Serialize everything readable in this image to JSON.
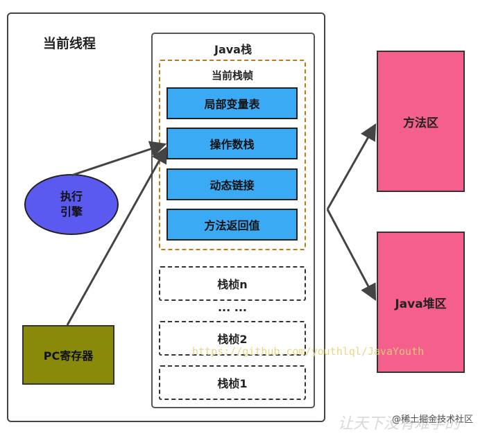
{
  "thread": {
    "title": "当前线程"
  },
  "java_stack": {
    "title": "Java栈",
    "current_frame": {
      "title": "当前栈帧",
      "items": [
        "局部变量表",
        "操作数栈",
        "动态链接",
        "方法返回值"
      ]
    },
    "other_frames": [
      "栈桢n",
      "栈桢2",
      "栈桢1"
    ],
    "ellipsis": "... ..."
  },
  "execution_engine": {
    "label": "执行\n引擎"
  },
  "pc_register": {
    "label": "PC寄存器"
  },
  "method_area": {
    "label": "方法区"
  },
  "heap": {
    "label": "Java堆区"
  },
  "watermarks": {
    "url": "https://github.com/youthlql/JavaYouth",
    "site": "@稀土掘金技术社区",
    "script": "让天下没有难学的"
  },
  "colors": {
    "blue_box": "#3aaaf5",
    "engine": "#5a5af0",
    "pc_register": "#8a8a0a",
    "pink_region": "#f45f8b",
    "frame_border": "#c07a10"
  }
}
